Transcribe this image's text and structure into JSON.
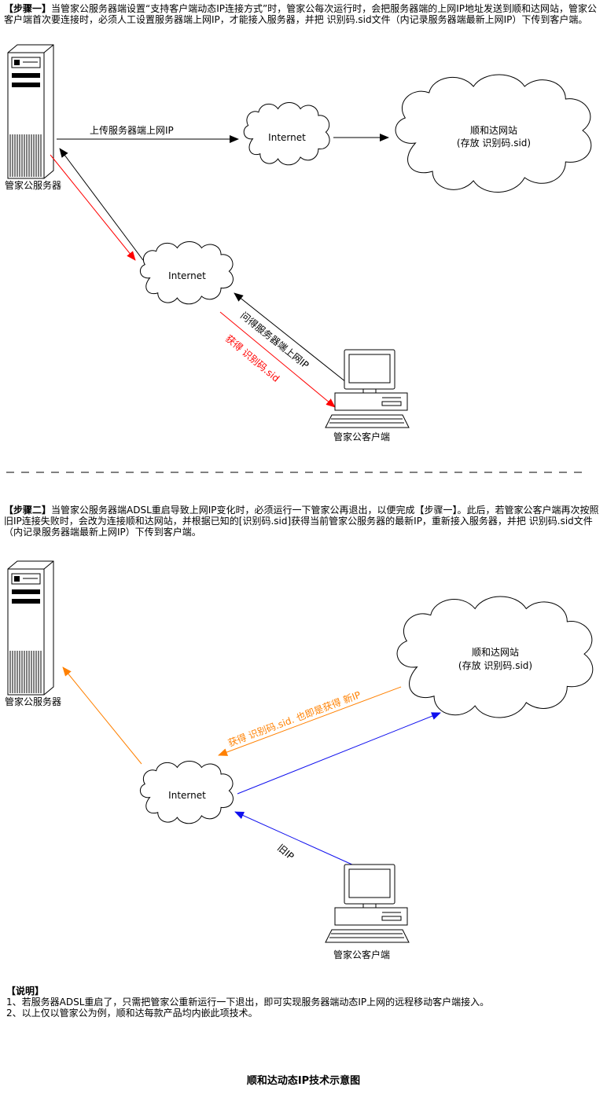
{
  "colors": {
    "black": "#000000",
    "red": "#ff0000",
    "orange": "#ff8000",
    "blue": "#0f0fee"
  },
  "step1": {
    "tag": "【步骤一】",
    "text": "当管家公服务器端设置“支持客户端动态IP连接方式”时，管家公每次运行时，会把服务器端的上网IP地址发送到顺和达网站，管家公客户端首次要连接时，必须人工设置服务器端上网IP，才能接入服务器，并把 识别码.sid文件（内记录服务器端最新上网IP）下传到客户端。",
    "server_label": "管家公服务器",
    "client_label": "管家公客户端",
    "internet1_label": "Internet",
    "internet2_label": "Internet",
    "website_name": "顺和达网站",
    "website_sub": "(存放 识别码.sid)",
    "upload_arrow_label": "上传服务器端上网IP",
    "ask_arrow_label": "问得服务器端上网IP",
    "get_sid_arrow_label": "获得 识别码.sid"
  },
  "step2": {
    "tag": "【步骤二】",
    "text": "当管家公服务器端ADSL重启导致上网IP变化时，必须运行一下管家公再退出，以便完成【步骤一】。此后，若管家公客户端再次按照旧IP连接失败时，会改为连接顺和达网站，并根据已知的[识别码.sid]获得当前管家公服务器的最新IP，重新接入服务器，并把 识别码.sid文件（内记录服务器端最新上网IP）下传到客户端。",
    "server_label": "管家公服务器",
    "client_label": "管家公客户端",
    "internet_label": "Internet",
    "website_name": "顺和达网站",
    "website_sub": "(存放 识别码.sid)",
    "get_new_ip_label": "获得 识别码.sid. 也即是获得 新IP",
    "old_ip_label": "旧IP"
  },
  "notes": {
    "tag": "【说明】",
    "items": [
      "1、若服务器ADSL重启了，只需把管家公重新运行一下退出，即可实现服务器端动态IP上网的远程移动客户端接入。",
      "2、以上仅以管家公为例，顺和达每款产品均内嵌此项技术。"
    ]
  },
  "footer": {
    "title": "顺和达动态IP技术示意图"
  }
}
